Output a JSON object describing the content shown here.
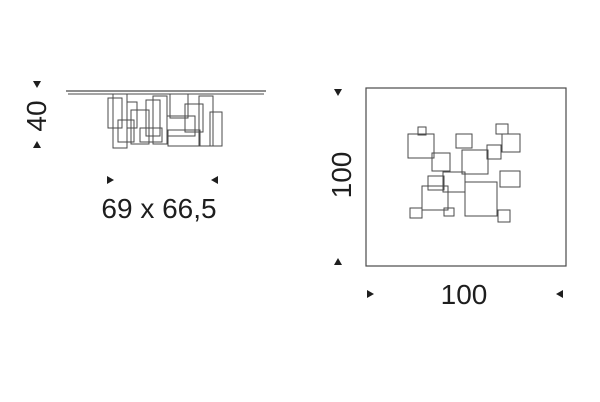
{
  "side_view": {
    "height_label": "40",
    "footprint_label": "69 x 66,5"
  },
  "top_view": {
    "depth_label": "100",
    "width_label": "100"
  },
  "colors": {
    "line": "#4a4a4a",
    "text": "#1e1e1e",
    "background": "#ffffff"
  }
}
